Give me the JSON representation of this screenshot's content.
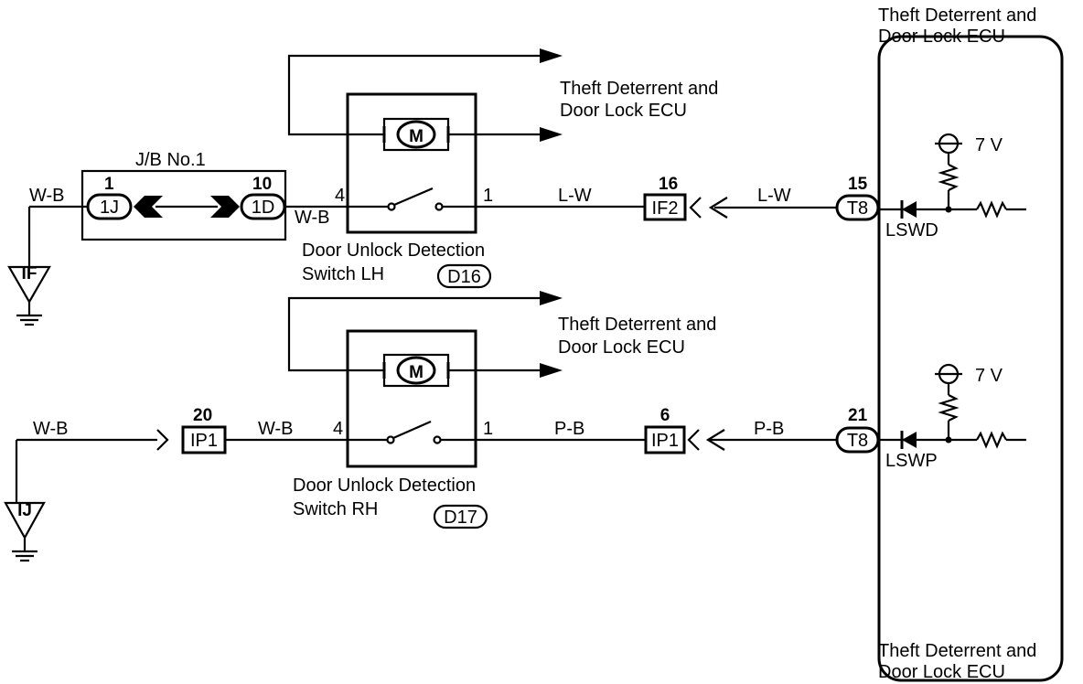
{
  "ecu": {
    "title_line1": "Theft Deterrent and",
    "title_line2": "Door Lock ECU",
    "bottom_line1": "Theft Deterrent and",
    "bottom_line2": "Door Lock ECU",
    "voltage_top": "7 V",
    "voltage_bottom": "7 V",
    "signal_top": "LSWD",
    "signal_bottom": "LSWP"
  },
  "jb": {
    "title": "J/B No.1",
    "pin_left": "1",
    "pin_right": "10",
    "conn_left": "1J",
    "conn_right": "1D"
  },
  "upper": {
    "ground": "IF",
    "wire_ground": "W-B",
    "wire_jb_switch": "W-B",
    "switch_pin_in": "4",
    "switch_pin_out": "1",
    "motor": "M",
    "switch_name_line1": "Door Unlock Detection",
    "switch_name_line2": "Switch LH",
    "switch_code": "D16",
    "wire_out": "L-W",
    "connector": "IF2",
    "connector_pin": "16",
    "wire_ecu": "L-W",
    "ecu_conn": "T8",
    "ecu_pin": "15",
    "arrow_label_line1": "Theft Deterrent and",
    "arrow_label_line2": "Door Lock ECU"
  },
  "lower": {
    "ground": "IJ",
    "wire_ground": "W-B",
    "connector_left": "IP1",
    "connector_left_pin": "20",
    "wire_conn_switch": "W-B",
    "switch_pin_in": "4",
    "switch_pin_out": "1",
    "motor": "M",
    "switch_name_line1": "Door Unlock Detection",
    "switch_name_line2": "Switch RH",
    "switch_code": "D17",
    "wire_out": "P-B",
    "connector": "IP1",
    "connector_pin": "6",
    "wire_ecu": "P-B",
    "ecu_conn": "T8",
    "ecu_pin": "21",
    "arrow_label_line1": "Theft Deterrent and",
    "arrow_label_line2": "Door Lock ECU"
  }
}
